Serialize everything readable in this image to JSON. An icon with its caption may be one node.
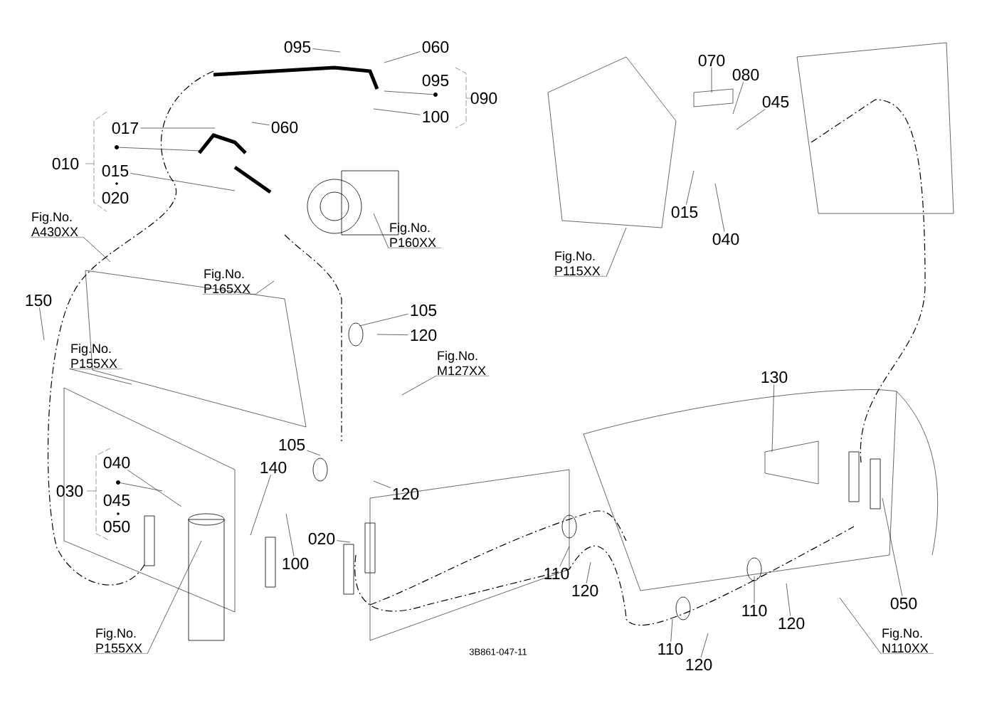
{
  "diagram": {
    "nodes": [
      {
        "text": [
          "095"
        ]
      },
      {
        "text": [
          "060"
        ]
      },
      {
        "text": [
          "095"
        ]
      },
      {
        "text": [
          "100"
        ]
      },
      {
        "text": [
          "090"
        ]
      },
      {
        "text": [
          "017"
        ]
      },
      {
        "text": [
          "060"
        ]
      },
      {
        "text": [
          "010"
        ]
      },
      {
        "text": [
          "015"
        ]
      },
      {
        "text": [
          "020"
        ]
      },
      {
        "text": [
          "Fig.No. A430XX"
        ]
      },
      {
        "text": [
          "Fig.No. P160XX"
        ]
      },
      {
        "text": [
          "Fig.No. P165XX"
        ]
      },
      {
        "text": [
          "150"
        ]
      },
      {
        "text": [
          "105"
        ]
      },
      {
        "text": [
          "120"
        ]
      },
      {
        "text": [
          "Fig.No. P155XX"
        ]
      },
      {
        "text": [
          "Fig.No. M127XX"
        ]
      },
      {
        "text": [
          "130"
        ]
      },
      {
        "text": [
          "070"
        ]
      },
      {
        "text": [
          "080"
        ]
      },
      {
        "text": [
          "045"
        ]
      },
      {
        "text": [
          "015"
        ]
      },
      {
        "text": [
          "040"
        ]
      },
      {
        "text": [
          "Fig.No. P115XX"
        ]
      },
      {
        "text": [
          "105"
        ]
      },
      {
        "text": [
          "140"
        ]
      },
      {
        "text": [
          "040"
        ]
      },
      {
        "text": [
          "030"
        ]
      },
      {
        "text": [
          "045"
        ]
      },
      {
        "text": [
          "050"
        ]
      },
      {
        "text": [
          "120"
        ]
      },
      {
        "text": [
          "100"
        ]
      },
      {
        "text": [
          "020"
        ]
      },
      {
        "text": [
          "Fig.No. P155XX"
        ]
      },
      {
        "text": [
          "110"
        ]
      },
      {
        "text": [
          "120"
        ]
      },
      {
        "text": [
          "110"
        ]
      },
      {
        "text": [
          "120"
        ]
      },
      {
        "text": [
          "110"
        ]
      },
      {
        "text": [
          "120"
        ]
      },
      {
        "text": [
          "050"
        ]
      },
      {
        "text": [
          "Fig.No. N110XX"
        ]
      },
      {
        "text": [],
        "shape": "circle"
      },
      {
        "text": [],
        "shape": "circle"
      },
      {
        "text": [],
        "shape": "circle"
      }
    ],
    "edges": [
      {
        "from": 0,
        "to": null,
        "arrow": "none"
      },
      {
        "from": 1,
        "to": null,
        "arrow": "none"
      },
      {
        "from": 3,
        "to": null,
        "arrow": "none"
      },
      {
        "from": 5,
        "to": null,
        "arrow": "none"
      },
      {
        "from": 6,
        "to": null,
        "arrow": "none"
      },
      {
        "from": 8,
        "to": null,
        "arrow": "none"
      },
      {
        "from": 10,
        "to": null,
        "arrow": "none"
      },
      {
        "from": 11,
        "to": null,
        "arrow": "none"
      },
      {
        "from": 12,
        "to": null,
        "arrow": "none"
      },
      {
        "from": 13,
        "to": null,
        "arrow": "none"
      },
      {
        "from": 14,
        "to": null,
        "arrow": "none"
      },
      {
        "from": 15,
        "to": null,
        "arrow": "none"
      },
      {
        "from": 16,
        "to": null,
        "arrow": "none"
      },
      {
        "from": 17,
        "to": null,
        "arrow": "none"
      },
      {
        "from": 18,
        "to": null,
        "arrow": "none"
      },
      {
        "from": 19,
        "to": null,
        "arrow": "none"
      },
      {
        "from": 20,
        "to": null,
        "arrow": "none"
      },
      {
        "from": 21,
        "to": null,
        "arrow": "none"
      },
      {
        "from": 22,
        "to": null,
        "arrow": "none"
      },
      {
        "from": 23,
        "to": null,
        "arrow": "none"
      },
      {
        "from": 24,
        "to": null,
        "arrow": "none"
      },
      {
        "from": 25,
        "to": null,
        "arrow": "none"
      },
      {
        "from": 26,
        "to": null,
        "arrow": "none"
      },
      {
        "from": 27,
        "to": null,
        "arrow": "none"
      },
      {
        "from": 31,
        "to": null,
        "arrow": "none"
      },
      {
        "from": 32,
        "to": null,
        "arrow": "none"
      },
      {
        "from": 33,
        "to": null,
        "arrow": "none"
      },
      {
        "from": 34,
        "to": null,
        "arrow": "none"
      },
      {
        "from": 35,
        "to": null,
        "arrow": "none"
      },
      {
        "from": 36,
        "to": null,
        "arrow": "none"
      },
      {
        "from": 37,
        "to": null,
        "arrow": "none"
      },
      {
        "from": 38,
        "to": null,
        "arrow": "none"
      },
      {
        "from": 39,
        "to": null,
        "arrow": "none"
      },
      {
        "from": 40,
        "to": null,
        "arrow": "none"
      },
      {
        "from": 41,
        "to": null,
        "arrow": "none"
      },
      {
        "from": 42,
        "to": null,
        "arrow": "none"
      },
      {
        "from": 43,
        "to": null,
        "arrow": "none"
      },
      {
        "from": 44,
        "to": null,
        "arrow": "none"
      },
      {
        "from": 45,
        "to": null,
        "arrow": "none"
      }
    ],
    "labels": [
      "3B861-047-11"
    ]
  }
}
